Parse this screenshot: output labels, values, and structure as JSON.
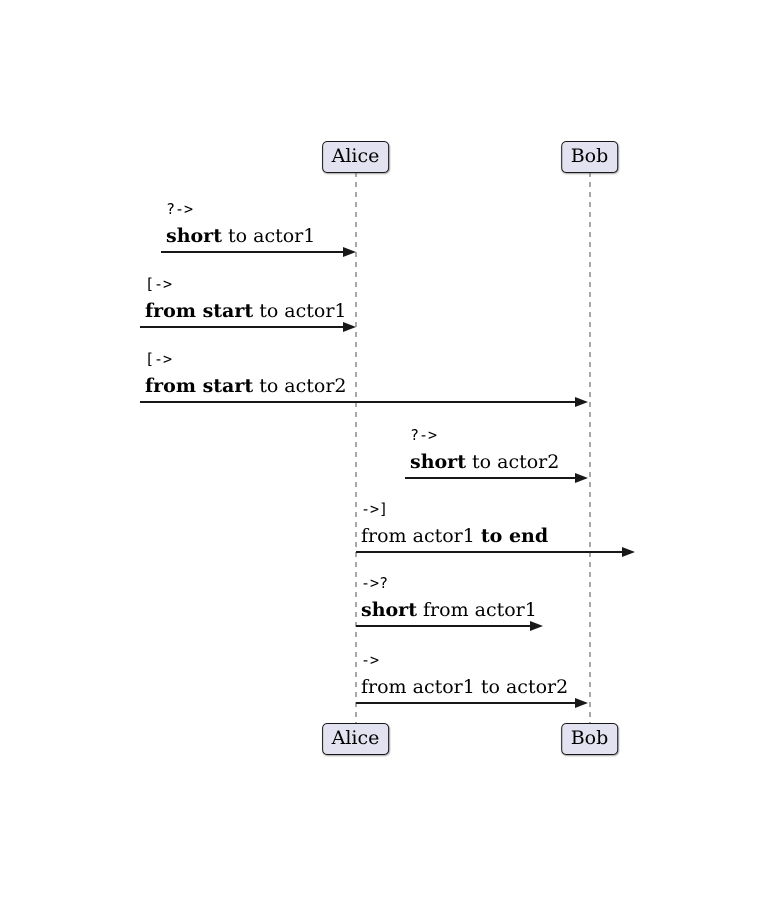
{
  "page": {
    "background": "#ffffff"
  },
  "diagram": {
    "type": "sequence",
    "actors": [
      {
        "name": "Alice"
      },
      {
        "name": "Bob"
      }
    ],
    "colors": {
      "actor_fill": "#e2e2f0",
      "actor_border": "#181818",
      "lifeline": "#a8a8a8",
      "arrow": "#181818",
      "text": "#000000"
    },
    "messages": [
      {
        "style_label": "?->",
        "parts": [
          {
            "t": "short",
            "b": true
          },
          {
            "t": " to actor1",
            "b": false
          }
        ],
        "from": "short-left",
        "to": "Alice"
      },
      {
        "style_label": "[->",
        "parts": [
          {
            "t": "from start",
            "b": true
          },
          {
            "t": " to actor1",
            "b": false
          }
        ],
        "from": "diagram-left-edge",
        "to": "Alice"
      },
      {
        "style_label": "[->",
        "parts": [
          {
            "t": "from start",
            "b": true
          },
          {
            "t": " to actor2",
            "b": false
          }
        ],
        "from": "diagram-left-edge",
        "to": "Bob"
      },
      {
        "style_label": "?->",
        "parts": [
          {
            "t": "short",
            "b": true
          },
          {
            "t": " to actor2",
            "b": false
          }
        ],
        "from": "short-left",
        "to": "Bob"
      },
      {
        "style_label": "->]",
        "parts": [
          {
            "t": "from actor1 ",
            "b": false
          },
          {
            "t": "to end",
            "b": true
          }
        ],
        "from": "Alice",
        "to": "diagram-right-edge"
      },
      {
        "style_label": "->?",
        "parts": [
          {
            "t": "short",
            "b": true
          },
          {
            "t": " from actor1",
            "b": false
          }
        ],
        "from": "Alice",
        "to": "short-right"
      },
      {
        "style_label": "->",
        "parts": [
          {
            "t": "from actor1 to actor2",
            "b": false
          }
        ],
        "from": "Alice",
        "to": "Bob"
      }
    ]
  }
}
